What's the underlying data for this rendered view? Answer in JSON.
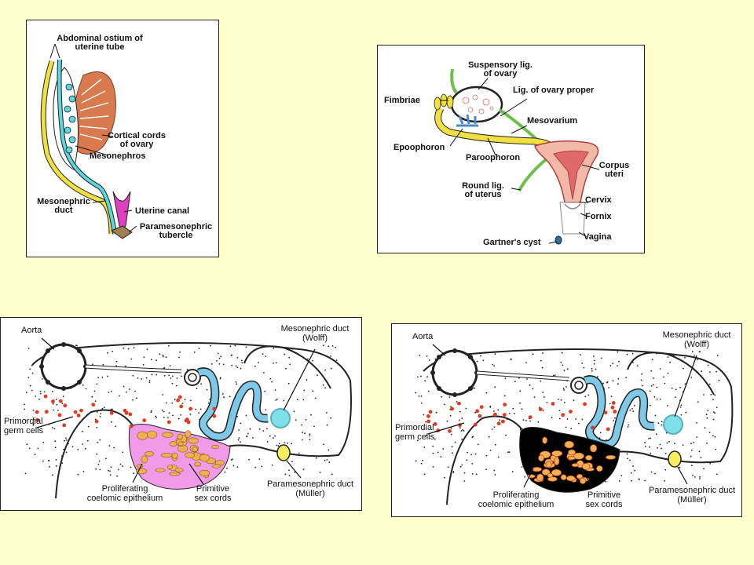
{
  "colors": {
    "background": "#FFFFCC",
    "ovary": "#D97A4E",
    "mesonephric_duct": "#F0E040",
    "tubules": "#5CD6E0",
    "uterine_canal": "#E040C0",
    "uterus": "#F2B8A8",
    "ligament": "#6CC04A",
    "germ_cells": "#E03A20",
    "coelomic_epithelium": "#F09AE8",
    "sex_cords_bg": "#000000",
    "paramesonephric": "#F8EE60",
    "wolff_duct": "#7EC8E8"
  },
  "panel_a": {
    "abdominal_ostium_1": "Abdominal ostium of",
    "abdominal_ostium_2": "uterine tube",
    "cortical_cords_1": "Cortical cords",
    "cortical_cords_2": "of ovary",
    "mesonephros": "Mesonephros",
    "mesonephric_duct_1": "Mesonephric",
    "mesonephric_duct_2": "duct",
    "uterine_canal": "Uterine canal",
    "paramesonephric_1": "Paramesonephric",
    "paramesonephric_2": "tubercle"
  },
  "panel_b": {
    "suspensory_1": "Suspensory lig.",
    "suspensory_2": "of ovary",
    "lig_ovary": "Lig. of ovary proper",
    "fimbriae": "Fimbriae",
    "mesovarium": "Mesovarium",
    "epoophoron": "Epoophoron",
    "paroophoron": "Paroophoron",
    "corpus_1": "Corpus",
    "corpus_2": "uteri",
    "round_lig_1": "Round lig.",
    "round_lig_2": "of uterus",
    "cervix": "Cervix",
    "fornix": "Fornix",
    "vagina": "Vagina",
    "gartners": "Gartner's cyst"
  },
  "panel_c": {
    "aorta": "Aorta",
    "meso_duct_1": "Mesonephric duct",
    "meso_duct_2": "(Wolff)",
    "primordial_1": "Primordial",
    "primordial_2": "germ cells",
    "proliferating_1": "Proliferating",
    "proliferating_2": "coelomic epithelium",
    "primitive_1": "Primitive",
    "primitive_2": "sex cords",
    "parameso_1": "Paramesonephric duct",
    "parameso_2": "(Müller)"
  },
  "panel_d": {
    "aorta": "Aorta",
    "meso_duct_1": "Mesonephric duct",
    "meso_duct_2": "(Wolff)",
    "primordial_1": "Primordial",
    "primordial_2": "germ cells",
    "proliferating_1": "Proliferating",
    "proliferating_2": "coelomic epithelium",
    "primitive_1": "Primitive",
    "primitive_2": "sex cords",
    "parameso_1": "Paramesonephric duct",
    "parameso_2": "(Müller)"
  }
}
